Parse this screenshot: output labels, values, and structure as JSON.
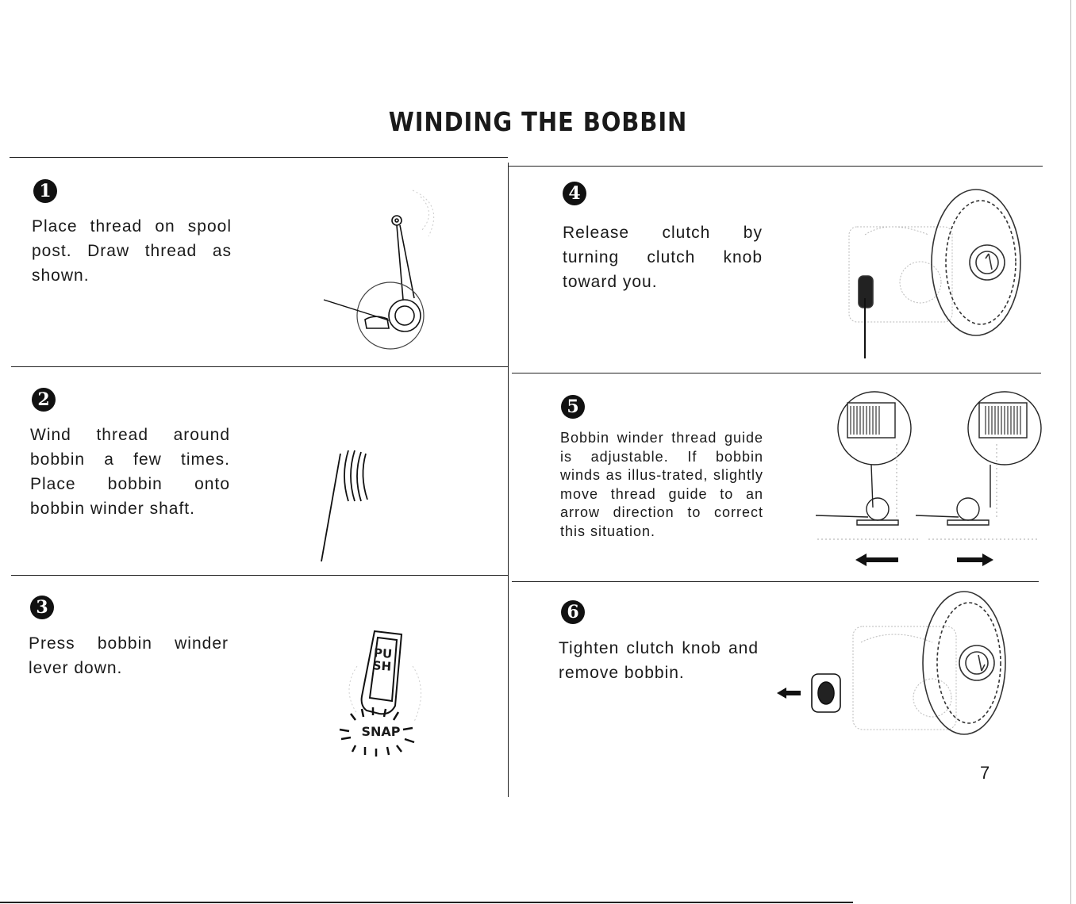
{
  "page": {
    "title": "WINDING THE BOBBIN",
    "page_number": "7"
  },
  "steps": [
    {
      "number": "1",
      "text": "Place thread on spool post. Draw thread as shown."
    },
    {
      "number": "2",
      "text": "Wind thread around bobbin a few times. Place bobbin onto bobbin winder shaft."
    },
    {
      "number": "3",
      "text": "Press bobbin winder lever down."
    },
    {
      "number": "4",
      "text": "Release clutch by turning clutch knob toward you."
    },
    {
      "number": "5",
      "text": "Bobbin winder thread guide is adjustable. If bobbin winds as illus-trated, slightly move thread guide to an arrow direction to correct this situation."
    },
    {
      "number": "6",
      "text": "Tighten clutch knob and remove bobbin."
    }
  ],
  "illustrations": {
    "push_label": "PUSH",
    "snap_label": "SNAP"
  }
}
